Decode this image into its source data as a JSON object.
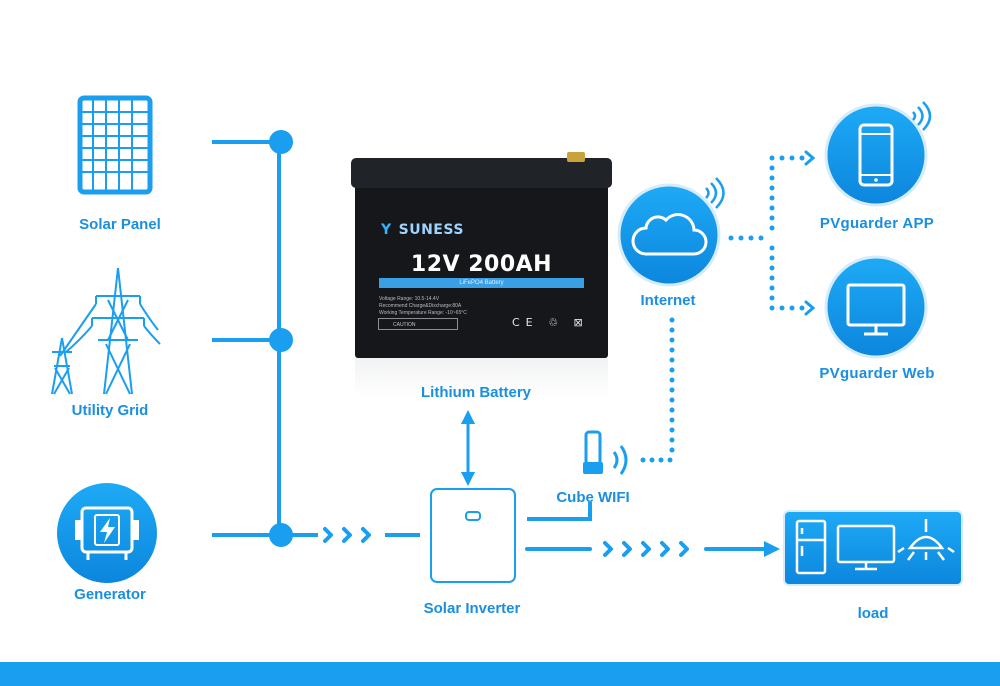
{
  "colors": {
    "accent": "#1a9ef0",
    "accent_dark": "#0d7fd6",
    "battery": "#15171a",
    "background": "#ffffff"
  },
  "sources": {
    "solar_panel": {
      "label": "Solar Panel",
      "icon": "solar-panel-icon"
    },
    "utility_grid": {
      "label": "Utility Grid",
      "icon": "power-tower-icon"
    },
    "generator": {
      "label": "Generator",
      "icon": "generator-icon"
    }
  },
  "battery": {
    "label": "Lithium Battery",
    "brand": "SUNESS",
    "model": "12V 200AH",
    "subtitle": "LiFePO4 Battery",
    "specs": [
      "Voltage Range: 10.5-14.4V",
      "Recommend Charge&Discharge:80A",
      "Working Temperature Range: -10~65°C"
    ],
    "caution": "CAUTION",
    "certifications": "CE ♲ ⊠"
  },
  "inverter": {
    "label": "Solar Inverter"
  },
  "wifi": {
    "label": "Cube WIFI",
    "icon": "wifi-dongle-icon"
  },
  "internet": {
    "label": "Internet",
    "icon": "cloud-icon"
  },
  "app": {
    "label": "PVguarder  APP",
    "icon": "smartphone-icon"
  },
  "web": {
    "label": "PVguarder  Web",
    "icon": "monitor-icon"
  },
  "load": {
    "label": "load",
    "icons": [
      "refrigerator-icon",
      "monitor-icon",
      "ceiling-lamp-icon"
    ]
  }
}
